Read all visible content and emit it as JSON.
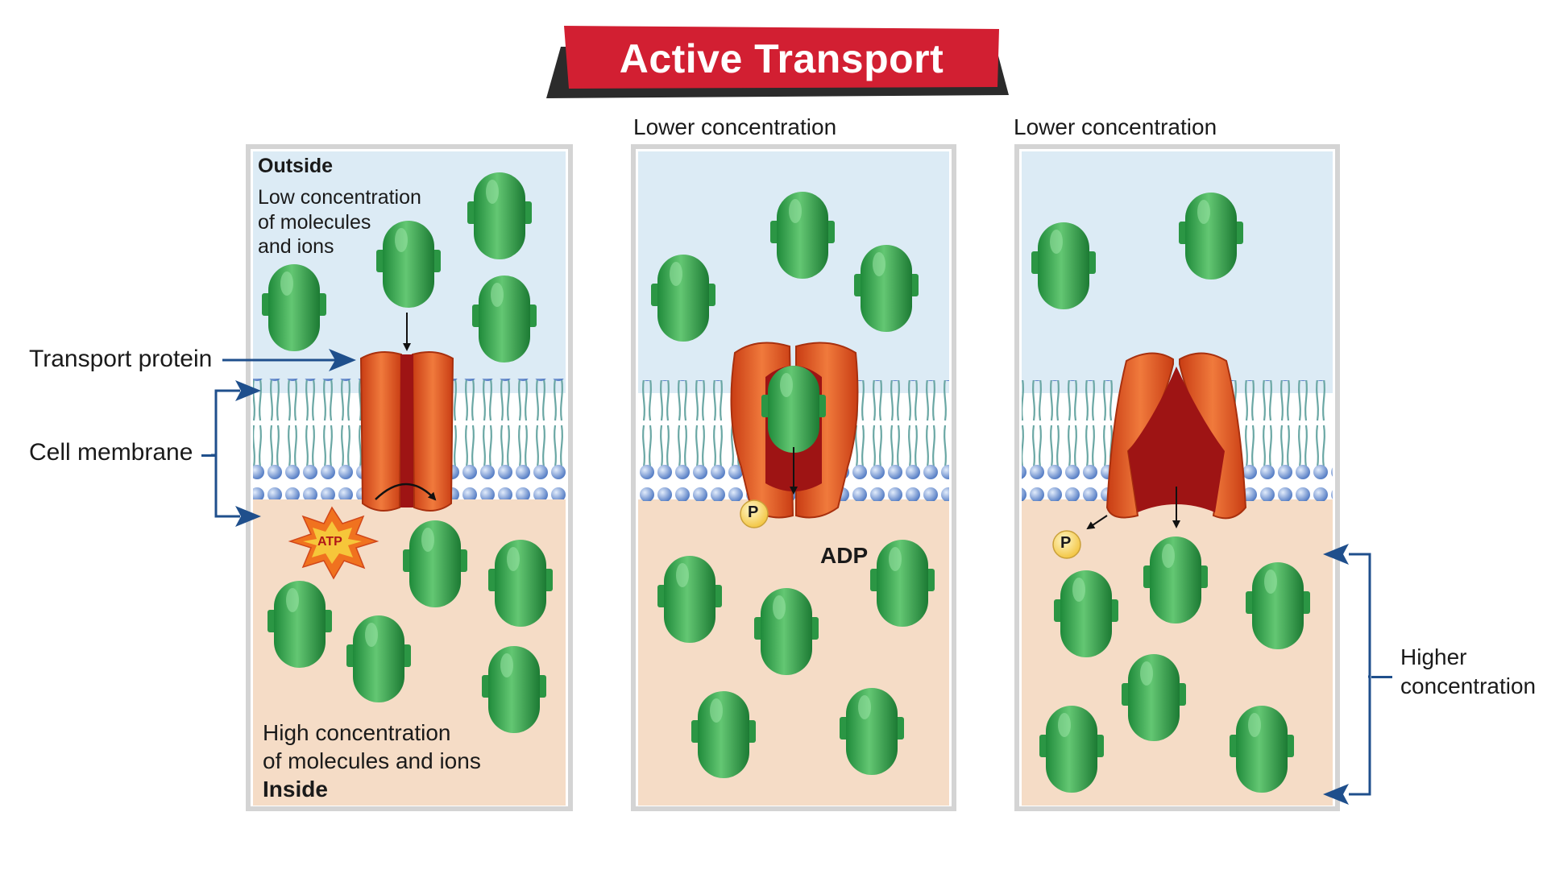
{
  "title": "Active Transport",
  "panel1": {
    "outside_label": "Outside",
    "low_text": [
      "Low concentration",
      "of molecules",
      "and ions"
    ],
    "high_text": [
      "High concentration",
      "of molecules and ions"
    ],
    "inside_label": "Inside",
    "atp_label": "ATP"
  },
  "panel2": {
    "top_label": "Lower concentration",
    "phosphate_label": "P",
    "adp_label": "ADP"
  },
  "panel3": {
    "top_label": "Lower concentration",
    "phosphate_label": "P"
  },
  "callouts": {
    "transport_protein": "Transport protein",
    "cell_membrane": "Cell membrane",
    "higher_concentration": [
      "Higher",
      "concentration"
    ]
  },
  "colors": {
    "banner_red": "#d21f32",
    "outside_fluid": "#dcebf5",
    "inside_fluid": "#f5dcc6",
    "molecule_green": "#3fae57",
    "protein_orange": "#e05a24",
    "arrow_blue": "#1f4f8c"
  }
}
